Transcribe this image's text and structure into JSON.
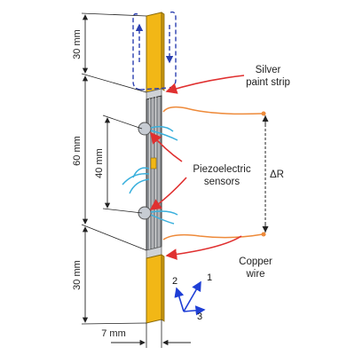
{
  "dimensions": {
    "top_tab": "30 mm",
    "gauge": "60 mm",
    "sensor_spacing": "40 mm",
    "bottom_tab": "30 mm",
    "width": "7 mm"
  },
  "labels": {
    "silver_line1": "Silver",
    "silver_line2": "paint strip",
    "piezo_line1": "Piezoelectric",
    "piezo_line2": "sensors",
    "delta_r": "ΔR",
    "copper_line1": "Copper",
    "copper_line2": "wire"
  },
  "axes": {
    "axis1": "1",
    "axis2": "2",
    "axis3": "3"
  },
  "colors": {
    "tab": "#f2b716",
    "tab_edge": "#8a6a0a",
    "arrow_red": "#e03030",
    "wire_orange": "#ee8a3a",
    "dash_blue": "#2b3fb0",
    "axis_blue": "#1f3fd6",
    "sensor_wire": "#3ab0dd"
  }
}
